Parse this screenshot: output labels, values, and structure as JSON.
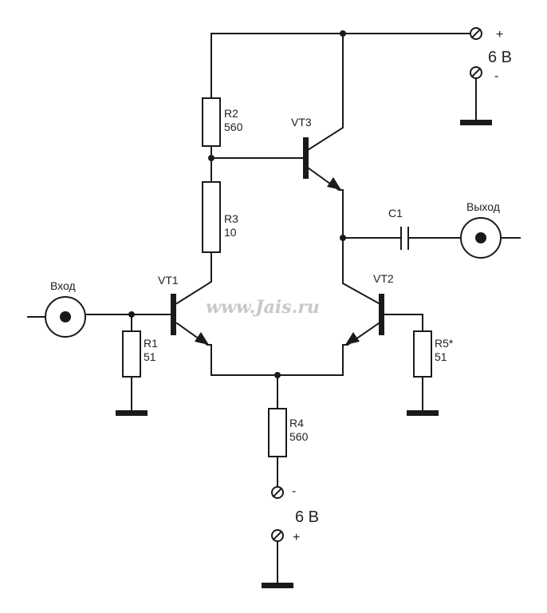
{
  "labels": {
    "r1_name": "R1",
    "r1_value": "51",
    "r2_name": "R2",
    "r2_value": "560",
    "r3_name": "R3",
    "r3_value": "10",
    "r4_name": "R4",
    "r4_value": "560",
    "r5_name": "R5*",
    "r5_value": "51",
    "c1_name": "C1",
    "vt1_name": "VT1",
    "vt2_name": "VT2",
    "vt3_name": "VT3",
    "input": "Вход",
    "output": "Выход",
    "supply_top": "6 В",
    "supply_top_plus": "+",
    "supply_top_minus": "-",
    "supply_bottom": "6 В",
    "supply_bottom_minus": "-",
    "supply_bottom_plus": "+"
  },
  "watermark": "www.Jais.ru"
}
